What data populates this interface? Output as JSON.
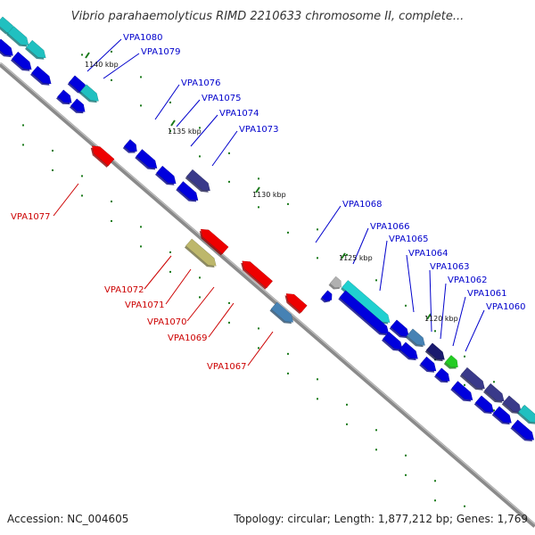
{
  "title": "Vibrio parahaemolyticus RIMD 2210633 chromosome II, complete...",
  "footer": {
    "accession": "Accession: NC_004605",
    "summary": "Topology: circular; Length: 1,877,212 bp; Genes: 1,769"
  },
  "colors": {
    "backbone": "#8a8a8a",
    "forward_label": "#0000cc",
    "reverse_label": "#cc0000",
    "tick": "#1a7a1a"
  },
  "ticks": [
    "1140 kbp",
    "1135 kbp",
    "1130 kbp",
    "1125 kbp",
    "1120 kbp"
  ],
  "forward_genes": [
    "VPA1080",
    "VPA1079",
    "VPA1076",
    "VPA1075",
    "VPA1074",
    "VPA1073",
    "VPA1068",
    "VPA1066",
    "VPA1065",
    "VPA1064",
    "VPA1063",
    "VPA1062",
    "VPA1061",
    "VPA1060"
  ],
  "reverse_genes": [
    "VPA1077",
    "VPA1072",
    "VPA1071",
    "VPA1070",
    "VPA1069",
    "VPA1067"
  ]
}
